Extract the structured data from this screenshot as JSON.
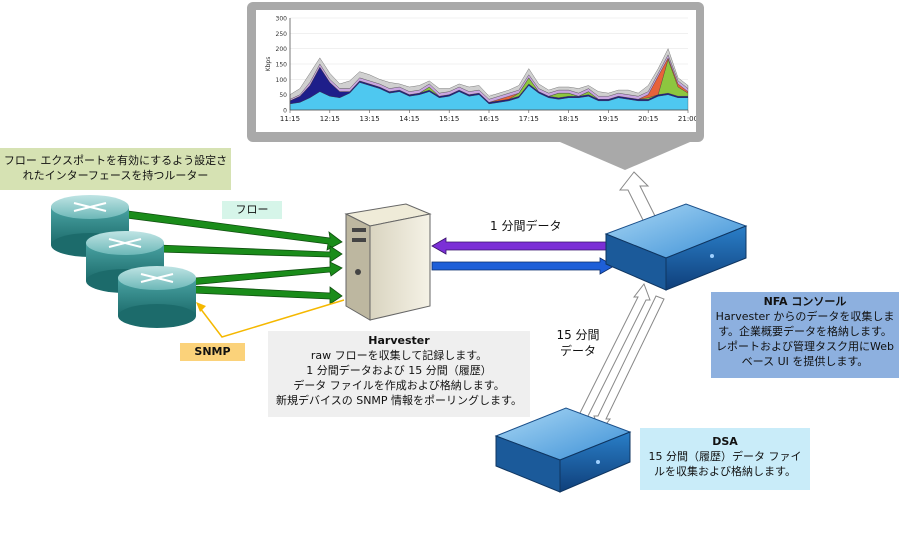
{
  "router_caption": {
    "line1": "フロー エクスポートを有効にするよう設定さ",
    "line2": "れたインターフェースを持つルーター"
  },
  "flow_label": "フロー",
  "snmp_label": "SNMP",
  "harvester": {
    "title": "Harvester",
    "line1": "raw フローを収集して記録します。",
    "line2": "1 分間データおよび 15 分間（履歴）",
    "line3": "データ ファイルを作成および格納します。",
    "line4": "新規デバイスの SNMP 情報をポーリングします。"
  },
  "nfa": {
    "title": "NFA コンソール",
    "line1": "Harvester からのデータを収集しま",
    "line2": "す。企業概要データを格納します。",
    "line3": "レポートおよび管理タスク用にWeb",
    "line4": "ベース UI を提供します。"
  },
  "dsa": {
    "title": "DSA",
    "line1": "15 分間（履歴）データ ファイ",
    "line2": "ルを収集および格納します。"
  },
  "one_min_label": "1 分間データ",
  "fifteen_min_label": {
    "line1": "15 分間",
    "line2": "データ"
  },
  "chart_data": {
    "type": "area",
    "ylabel": "Kbps",
    "ylim": [
      0,
      300
    ],
    "yticks": [
      "0",
      "50",
      "100",
      "150",
      "200",
      "250",
      "300"
    ],
    "xticks": [
      "11:15",
      "12:15",
      "13:15",
      "14:15",
      "15:15",
      "16:15",
      "17:15",
      "18:15",
      "19:15",
      "20:15",
      "21:00"
    ],
    "x": [
      0,
      1,
      2,
      3,
      4,
      5,
      6,
      7,
      8,
      9,
      10,
      11,
      12,
      13,
      14,
      15,
      16,
      17,
      18,
      19,
      20,
      21,
      22,
      23,
      24,
      25,
      26,
      27,
      28,
      29,
      30,
      31,
      32,
      33,
      34,
      35,
      36,
      37,
      38,
      39,
      40
    ],
    "series": [
      {
        "color": "#4ec8f0",
        "values": [
          20,
          25,
          40,
          60,
          45,
          40,
          55,
          90,
          80,
          70,
          55,
          60,
          45,
          50,
          60,
          40,
          45,
          60,
          45,
          50,
          20,
          25,
          30,
          40,
          80,
          55,
          40,
          35,
          40,
          40,
          45,
          30,
          30,
          40,
          35,
          30,
          30,
          45,
          50,
          40,
          40
        ]
      },
      {
        "color": "#1e1e8a",
        "values": [
          10,
          20,
          40,
          80,
          45,
          20,
          5,
          5,
          5,
          5,
          5,
          5,
          5,
          5,
          5,
          5,
          5,
          5,
          5,
          5,
          5,
          5,
          5,
          5,
          5,
          5,
          5,
          5,
          5,
          5,
          5,
          5,
          5,
          5,
          5,
          5,
          5,
          5,
          5,
          5,
          5
        ]
      },
      {
        "color": "#8dc63f",
        "values": [
          0,
          0,
          0,
          0,
          0,
          0,
          0,
          0,
          0,
          0,
          0,
          0,
          0,
          0,
          10,
          0,
          0,
          0,
          0,
          0,
          0,
          0,
          0,
          10,
          20,
          0,
          0,
          15,
          10,
          0,
          10,
          0,
          0,
          0,
          0,
          0,
          5,
          0,
          110,
          30,
          10
        ]
      },
      {
        "color": "#e8623a",
        "values": [
          0,
          0,
          0,
          0,
          0,
          0,
          0,
          0,
          0,
          0,
          0,
          0,
          0,
          0,
          0,
          0,
          0,
          0,
          0,
          0,
          0,
          5,
          10,
          0,
          0,
          0,
          0,
          0,
          0,
          0,
          0,
          0,
          0,
          0,
          0,
          0,
          10,
          60,
          5,
          10,
          5
        ]
      },
      {
        "color": "#c9a6e0",
        "values": [
          5,
          5,
          10,
          10,
          10,
          10,
          10,
          10,
          10,
          10,
          10,
          10,
          10,
          10,
          10,
          10,
          10,
          10,
          10,
          10,
          10,
          10,
          10,
          10,
          10,
          10,
          10,
          10,
          10,
          10,
          10,
          10,
          10,
          10,
          10,
          10,
          10,
          10,
          10,
          10,
          10
        ]
      },
      {
        "color": "#d0d0d0",
        "values": [
          15,
          20,
          30,
          20,
          20,
          15,
          25,
          20,
          20,
          15,
          20,
          10,
          15,
          15,
          10,
          15,
          10,
          10,
          15,
          15,
          10,
          10,
          10,
          15,
          20,
          15,
          10,
          10,
          10,
          15,
          10,
          15,
          10,
          10,
          15,
          10,
          20,
          15,
          20,
          10,
          10
        ]
      }
    ]
  }
}
